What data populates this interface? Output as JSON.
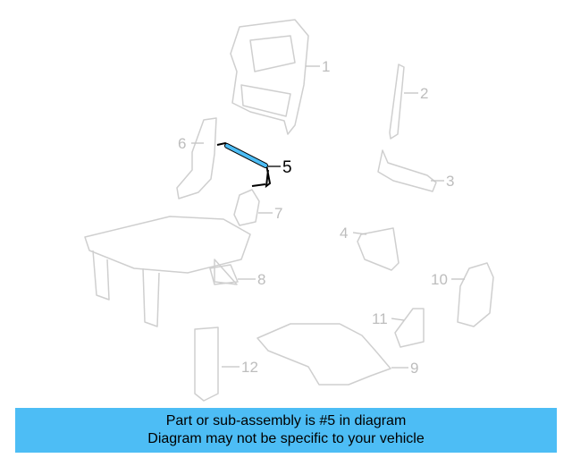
{
  "diagram": {
    "highlighted_part": "5",
    "highlight_color": "#4dbdf5",
    "callouts": [
      "1",
      "2",
      "3",
      "4",
      "5",
      "6",
      "7",
      "8",
      "9",
      "10",
      "11",
      "12"
    ]
  },
  "banner": {
    "line1": "Part or sub-assembly is #5 in diagram",
    "line2": "Diagram may not be specific to your vehicle",
    "color": "#4dbdf5"
  }
}
